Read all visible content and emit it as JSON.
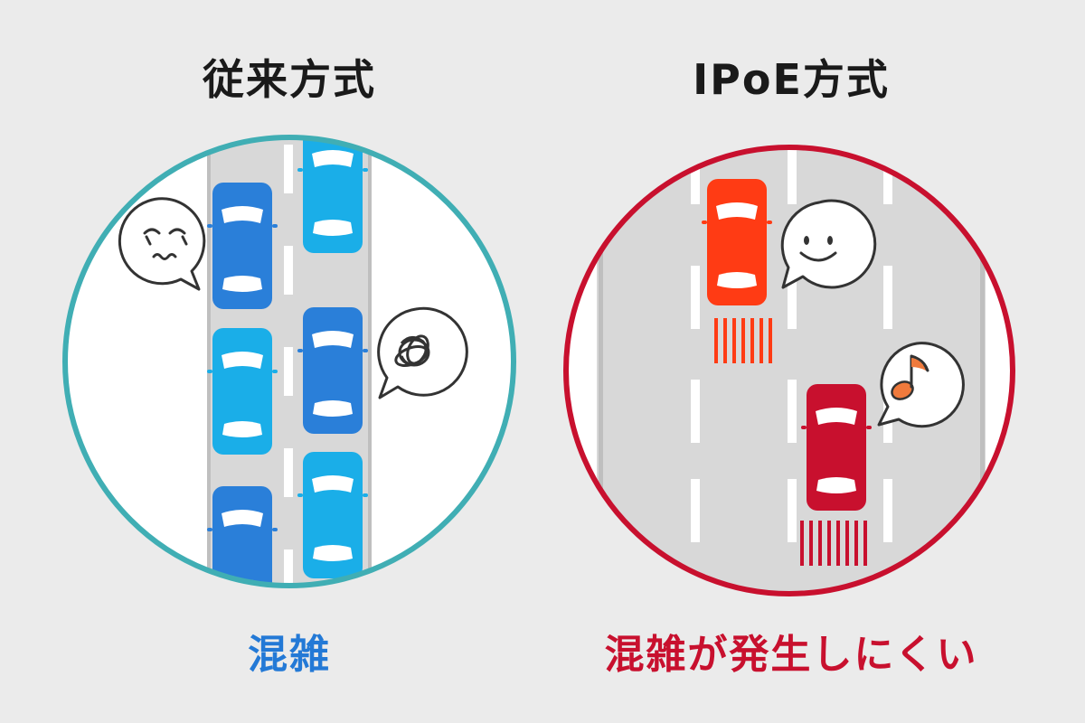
{
  "left": {
    "title": "従来方式",
    "caption": "混雑",
    "caption_color": "#2379d6",
    "ring_color": "#40aeb4"
  },
  "right": {
    "title": "IPoE方式",
    "caption": "混雑が発生しにくい",
    "caption_color": "#c8102e",
    "ring_color": "#c8102e"
  },
  "colors": {
    "car_blue": "#2a7fd9",
    "car_cyan": "#1aaee8",
    "car_orange": "#ff3b14",
    "car_red": "#c8102e",
    "note_orange": "#f07a3c",
    "road": "#d8d8d8"
  },
  "icons": [
    "crying-face-icon",
    "tangled-scribble-icon",
    "smiley-face-icon",
    "music-note-icon"
  ]
}
